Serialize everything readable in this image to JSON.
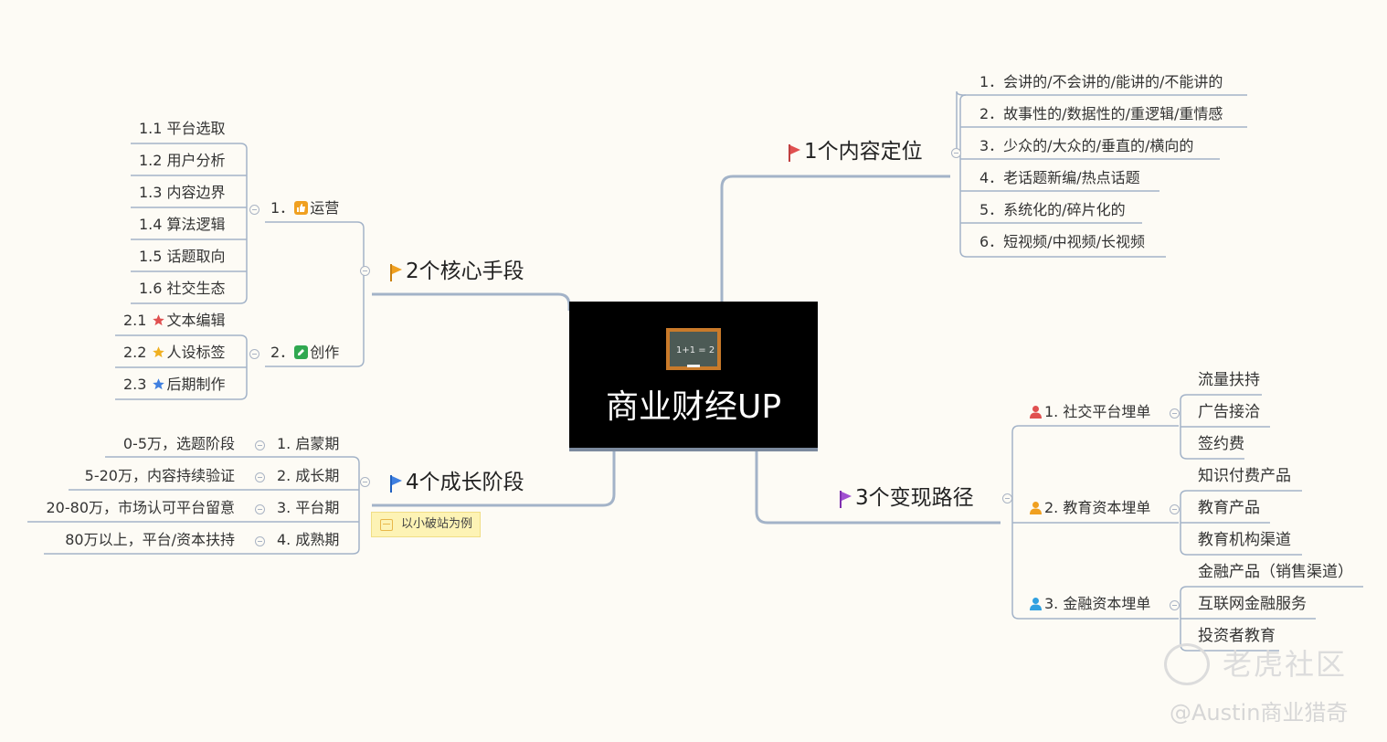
{
  "center": {
    "title": "商业财经UP"
  },
  "branch1": {
    "title": "1个内容定位",
    "flag_color": "#e05050",
    "items": [
      "1．会讲的/不会讲的/能讲的/不能讲的",
      "2．故事性的/数据性的/重逻辑/重情感",
      "3．少众的/大众的/垂直的/横向的",
      "4．老话题新编/热点话题",
      "5．系统化的/碎片化的",
      "6．短视频/中视频/长视频"
    ]
  },
  "branch2": {
    "title": "2个核心手段",
    "flag_color": "#f0a020",
    "sub1": {
      "prefix": "1．",
      "label": "运营",
      "icon": "thumbs-up-icon",
      "items": [
        "1.1 平台选取",
        "1.2 用户分析",
        "1.3 内容边界",
        "1.4 算法逻辑",
        "1.5 话题取向",
        "1.6 社交生态"
      ]
    },
    "sub2": {
      "prefix": "2．",
      "label": "创作",
      "icon": "pencil-icon",
      "items": [
        {
          "num": "2.1",
          "label": "文本编辑",
          "icon": "star-red-icon"
        },
        {
          "num": "2.2",
          "label": "人设标签",
          "icon": "star-yellow-icon"
        },
        {
          "num": "2.3",
          "label": "后期制作",
          "icon": "star-blue-icon"
        }
      ]
    }
  },
  "branch3": {
    "title": "3个变现路径",
    "flag_color": "#a050d0",
    "subs": [
      {
        "label": "1. 社交平台埋单",
        "icon_color": "#e05050",
        "items": [
          "流量扶持",
          "广告接洽",
          "签约费"
        ]
      },
      {
        "label": "2. 教育资本埋单",
        "icon_color": "#f0a020",
        "items": [
          "知识付费产品",
          "教育产品",
          "教育机构渠道"
        ]
      },
      {
        "label": "3. 金融资本埋单",
        "icon_color": "#30a0e0",
        "items": [
          "金融产品（销售渠道）",
          "互联网金融服务",
          "投资者教育"
        ]
      }
    ]
  },
  "branch4": {
    "title": "4个成长阶段",
    "flag_color": "#4080e0",
    "note": "以小破站为例",
    "stages": [
      {
        "label": "1. 启蒙期",
        "detail": "0-5万，选题阶段"
      },
      {
        "label": "2. 成长期",
        "detail": "5-20万，内容持续验证"
      },
      {
        "label": "3. 平台期",
        "detail": "20-80万，市场认可平台留意"
      },
      {
        "label": "4. 成熟期",
        "detail": "80万以上，平台/资本扶持"
      }
    ]
  },
  "watermark": {
    "brand": "老虎社区",
    "author": "@Austin商业猎奇"
  }
}
